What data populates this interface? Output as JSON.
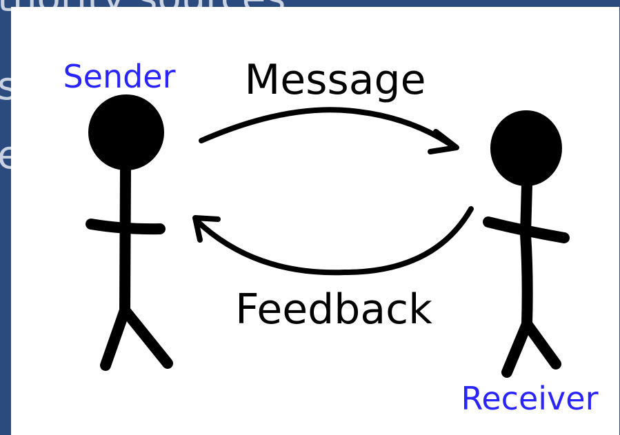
{
  "background_text": {
    "line1": "thority sources",
    "line2": "s",
    "line3": "e"
  },
  "diagram": {
    "sender_label": "Sender",
    "receiver_label": "Receiver",
    "message_label": "Message",
    "feedback_label": "Feedback"
  },
  "colors": {
    "slide_bg": "#2b4a7e",
    "slide_text": "#c9d3e2",
    "panel_bg": "#ffffff",
    "role_label": "#2a24ff",
    "ink": "#000000"
  }
}
